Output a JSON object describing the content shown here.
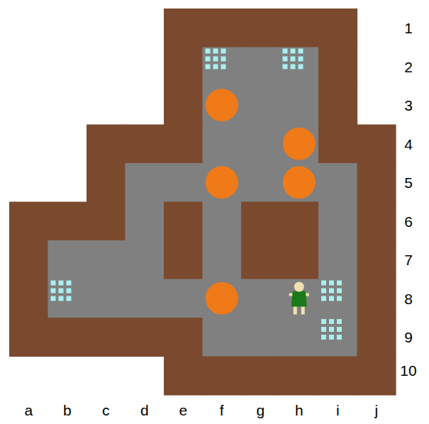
{
  "diagram": {
    "labels": [
      "1",
      "2",
      "3",
      "4",
      "5",
      "6",
      "7",
      "8",
      "9",
      "10",
      "a",
      "b",
      "c",
      "d",
      "e",
      "f",
      "g",
      "h",
      "i",
      "j"
    ]
  }
}
